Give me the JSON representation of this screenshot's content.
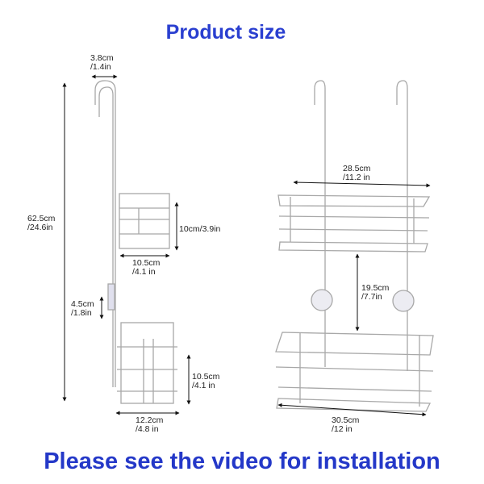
{
  "title": "Product size",
  "footer": "Please see the video for installation",
  "colors": {
    "accent": "#2a3fd0",
    "wire": "#a8a8a8"
  },
  "side_view": {
    "hook_width": [
      "3.8cm",
      "/1.4in"
    ],
    "total_height": [
      "62.5cm",
      "/24.6in"
    ],
    "upper_basket_height": [
      "10cm/3.9in"
    ],
    "upper_basket_depth": [
      "10.5cm",
      "/4.1 in"
    ],
    "suction_offset": [
      "4.5cm",
      "/1.8in"
    ],
    "lower_basket_height": [
      "10.5cm",
      "/4.1 in"
    ],
    "lower_basket_depth": [
      "12.2cm",
      "/4.8 in"
    ]
  },
  "front_view": {
    "upper_basket_width": [
      "28.5cm",
      "/11.2 in"
    ],
    "basket_gap": [
      "19.5cm",
      "/7.7in"
    ],
    "lower_basket_width": [
      "30.5cm",
      "/12 in"
    ]
  }
}
